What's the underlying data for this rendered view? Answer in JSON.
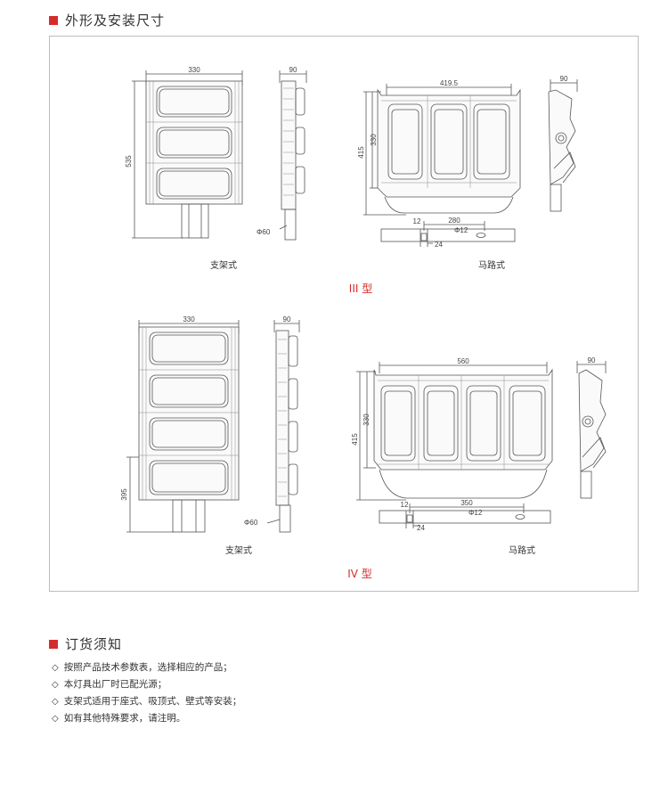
{
  "section1": {
    "title": "外形及安装尺寸"
  },
  "section2": {
    "title": "订货须知"
  },
  "type3": {
    "label": "III 型",
    "bracket": {
      "caption": "支架式",
      "width": "330",
      "height": "535",
      "depth": "90",
      "pole": "Φ60"
    },
    "road": {
      "caption": "马路式",
      "width": "419.5",
      "h_outer": "415",
      "h_inner": "330",
      "depth": "90",
      "hole_spacing": "280",
      "hole_dia": "Φ12",
      "d1": "12",
      "d2": "24"
    }
  },
  "type4": {
    "label": "IV 型",
    "bracket": {
      "caption": "支架式",
      "width": "330",
      "height": "395",
      "depth": "90",
      "pole": "Φ60"
    },
    "road": {
      "caption": "马路式",
      "width": "560",
      "h_outer": "415",
      "h_inner": "330",
      "depth": "90",
      "hole_spacing": "350",
      "hole_dia": "Φ12",
      "d1": "12",
      "d2": "24"
    }
  },
  "notes": [
    "按照产品技术参数表，选择相应的产品；",
    "本灯具出厂时已配光源；",
    "支架式适用于座式、吸顶式、壁式等安装；",
    "如有其他特殊要求，请注明。"
  ],
  "colors": {
    "accent": "#d62b2b",
    "line": "#555555",
    "frame": "#bdbdbd"
  }
}
